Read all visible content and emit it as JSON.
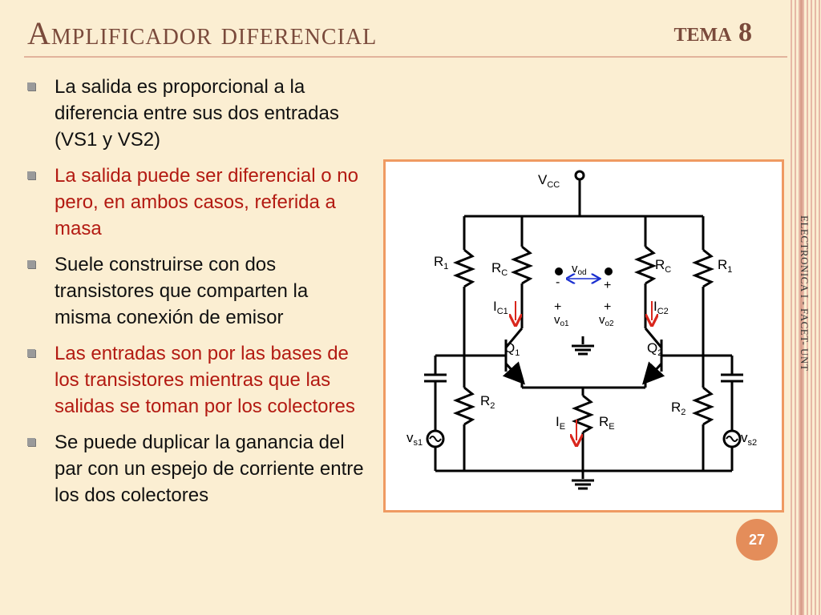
{
  "header": {
    "title": "Amplificador diferencial",
    "topic": "tema 8"
  },
  "bullets": [
    {
      "text": "La salida es proporcional a la diferencia entre sus dos entradas (VS1 y VS2)",
      "color": "#111111"
    },
    {
      "text": "La salida puede ser diferencial o no pero, en ambos casos, referida a masa",
      "color": "#b31a12"
    },
    {
      "text": "Suele construirse con dos transistores que comparten la misma conexión de emisor",
      "color": "#111111"
    },
    {
      "text": "Las entradas son por las bases de los transistores mientras que las salidas se toman por los colectores",
      "color": "#b31a12"
    },
    {
      "text": "Se puede duplicar la ganancia del par con un espejo de corriente entre los dos colectores",
      "color": "#111111"
    }
  ],
  "side_text": "ELECTRONICA I - FACET- UNT",
  "page_number": "27",
  "circuit": {
    "vcc": {
      "main": "V",
      "sub": "CC"
    },
    "r1_left": {
      "main": "R",
      "sub": "1"
    },
    "r1_right": {
      "main": "R",
      "sub": "1"
    },
    "rc_left": {
      "main": "R",
      "sub": "C"
    },
    "rc_right": {
      "main": "R",
      "sub": "C"
    },
    "ic1": {
      "main": "I",
      "sub": "C1"
    },
    "ic2": {
      "main": "I",
      "sub": "C2"
    },
    "vod": {
      "main": "v",
      "sub": "od"
    },
    "minus_sign": "-",
    "plus_sign": "+",
    "vo1_plus": "+",
    "vo2_plus": "+",
    "vo1": {
      "main": "v",
      "sub": "o1"
    },
    "vo2": {
      "main": "v",
      "sub": "o2"
    },
    "q1": {
      "main": "Q",
      "sub": "1"
    },
    "q2": {
      "main": "Q",
      "sub": "2"
    },
    "r2_left": {
      "main": "R",
      "sub": "2"
    },
    "r2_right": {
      "main": "R",
      "sub": "2"
    },
    "ie": {
      "main": "I",
      "sub": "E"
    },
    "re": {
      "main": "R",
      "sub": "E"
    },
    "vs1": {
      "main": "v",
      "sub": "s1"
    },
    "vs2": {
      "main": "v",
      "sub": "s2"
    }
  },
  "colors": {
    "accent": "#ef9a62",
    "title": "#7a4a3b",
    "current_arrow": "#d9261c",
    "vod_arrow": "#1a2fd0"
  }
}
